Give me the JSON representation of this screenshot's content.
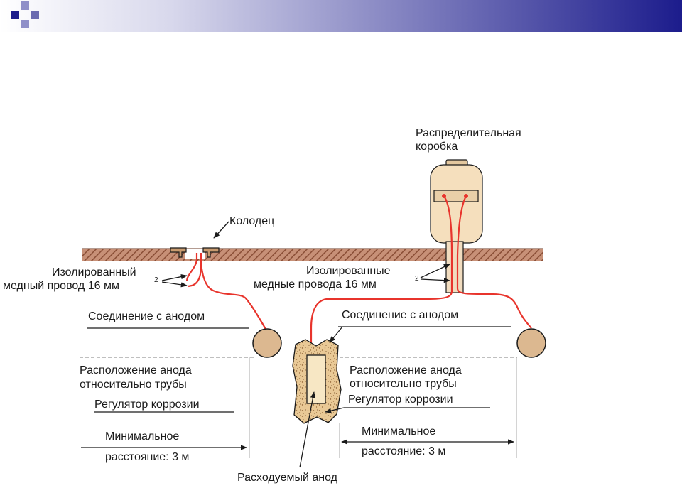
{
  "header": {
    "gradient_start": "#ffffff",
    "gradient_end": "#1c1c8c",
    "square_colors": [
      "#1c1c8c",
      "#8f8fc8",
      "#6a6ab0"
    ]
  },
  "colors": {
    "soil_hatch": "#a0644a",
    "wire": "#e8342c",
    "anode_fill": "#dcb890",
    "box_fill": "#f5dfbd",
    "backfill": "#e9c996"
  },
  "labels": {
    "distribution_box_line1": "Распределительная",
    "distribution_box_line2": "коробка",
    "well": "Колодец",
    "insulated_wire_left_line1": "Изолированный",
    "insulated_wire_left_line2": "медный провод 16 мм",
    "insulated_wires_right_line1": "Изолированные",
    "insulated_wires_right_line2": "медные провода 16 мм",
    "superscript": "2",
    "anode_connection_left": "Соединение с анодом",
    "anode_connection_right": "Соединение с анодом",
    "anode_position_left_line1": "Расположение анода",
    "anode_position_left_line2": "относительно трубы",
    "anode_position_right_line1": "Расположение анода",
    "anode_position_right_line2": "относительно трубы",
    "corrosion_regulator_left": "Регулятор коррозии",
    "corrosion_regulator_right": "Регулятор коррозии",
    "min_distance_left_line1": "Минимальное",
    "min_distance_left_line2": "расстояние: 3 м",
    "min_distance_right_line1": "Минимальное",
    "min_distance_right_line2": "расстояние: 3 м",
    "consumable_anode": "Расходуемый анод"
  }
}
